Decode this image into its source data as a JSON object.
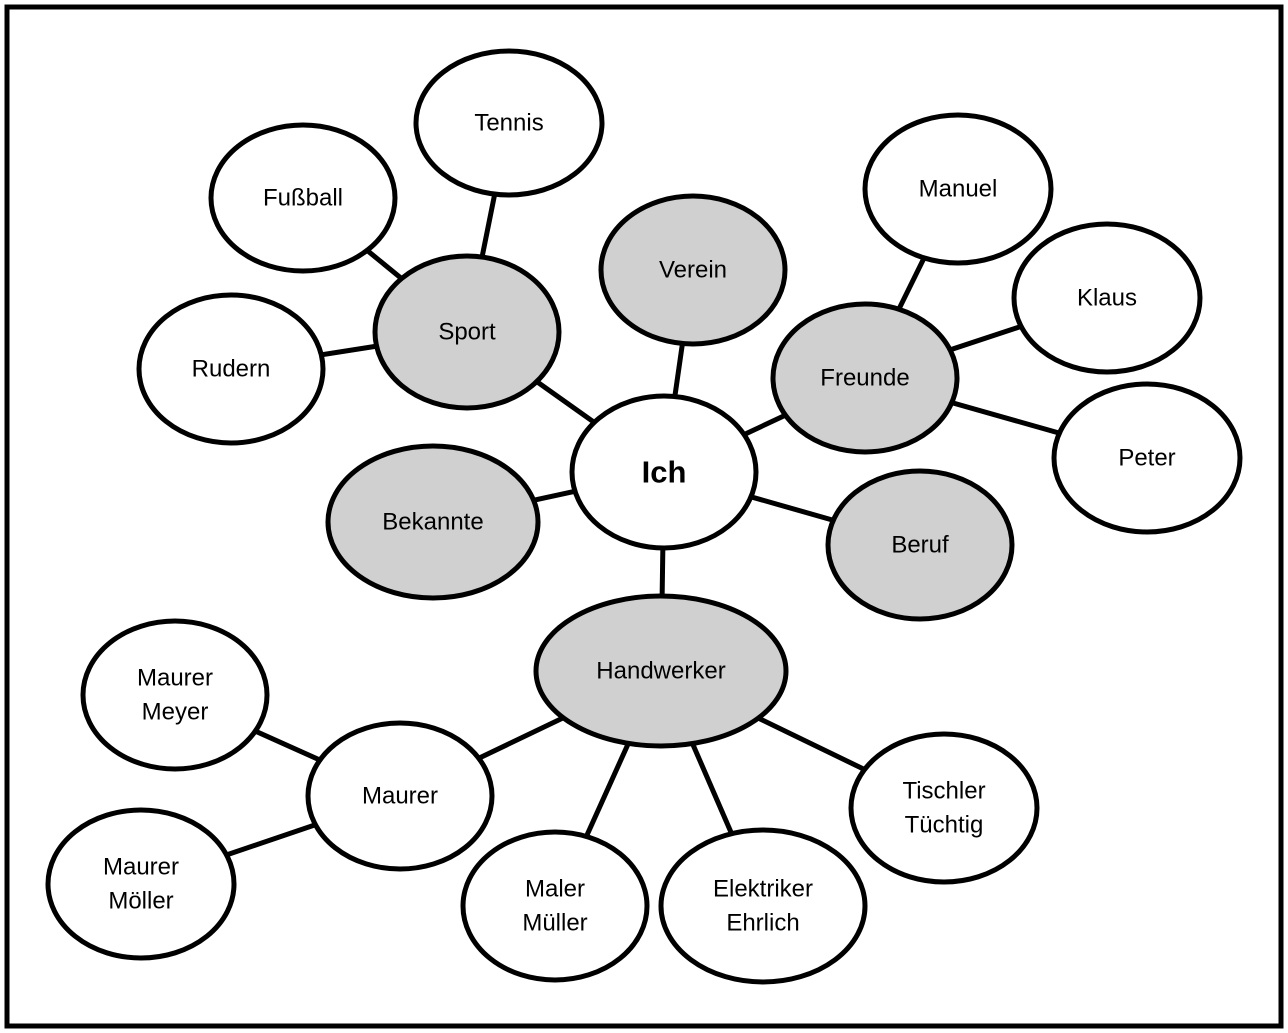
{
  "colors": {
    "stroke": "#000000",
    "filled": "#d0d0d0",
    "plain": "#ffffff"
  },
  "nodes": [
    {
      "id": "ich",
      "lines": [
        "Ich"
      ],
      "filled": false,
      "center": true
    },
    {
      "id": "sport",
      "lines": [
        "Sport"
      ],
      "filled": true
    },
    {
      "id": "verein",
      "lines": [
        "Verein"
      ],
      "filled": true
    },
    {
      "id": "freunde",
      "lines": [
        "Freunde"
      ],
      "filled": true
    },
    {
      "id": "bekannte",
      "lines": [
        "Bekannte"
      ],
      "filled": true
    },
    {
      "id": "beruf",
      "lines": [
        "Beruf"
      ],
      "filled": true
    },
    {
      "id": "handwerker",
      "lines": [
        "Handwerker"
      ],
      "filled": true
    },
    {
      "id": "tennis",
      "lines": [
        "Tennis"
      ],
      "filled": false
    },
    {
      "id": "fussball",
      "lines": [
        "Fußball"
      ],
      "filled": false
    },
    {
      "id": "rudern",
      "lines": [
        "Rudern"
      ],
      "filled": false
    },
    {
      "id": "manuel",
      "lines": [
        "Manuel"
      ],
      "filled": false
    },
    {
      "id": "klaus",
      "lines": [
        "Klaus"
      ],
      "filled": false
    },
    {
      "id": "peter",
      "lines": [
        "Peter"
      ],
      "filled": false
    },
    {
      "id": "maurer",
      "lines": [
        "Maurer"
      ],
      "filled": false
    },
    {
      "id": "maurer-meyer",
      "lines": [
        "Maurer",
        "Meyer"
      ],
      "filled": false
    },
    {
      "id": "maurer-moeller",
      "lines": [
        "Maurer",
        "Möller"
      ],
      "filled": false
    },
    {
      "id": "maler-mueller",
      "lines": [
        "Maler",
        "Müller"
      ],
      "filled": false
    },
    {
      "id": "elektriker-ehrlich",
      "lines": [
        "Elektriker",
        "Ehrlich"
      ],
      "filled": false
    },
    {
      "id": "tischler-tuechtig",
      "lines": [
        "Tischler",
        "Tüchtig"
      ],
      "filled": false
    }
  ],
  "edges": [
    [
      "ich",
      "sport"
    ],
    [
      "ich",
      "verein"
    ],
    [
      "ich",
      "freunde"
    ],
    [
      "ich",
      "bekannte"
    ],
    [
      "ich",
      "beruf"
    ],
    [
      "ich",
      "handwerker"
    ],
    [
      "sport",
      "tennis"
    ],
    [
      "sport",
      "fussball"
    ],
    [
      "sport",
      "rudern"
    ],
    [
      "freunde",
      "manuel"
    ],
    [
      "freunde",
      "klaus"
    ],
    [
      "freunde",
      "peter"
    ],
    [
      "handwerker",
      "maurer"
    ],
    [
      "handwerker",
      "maler-mueller"
    ],
    [
      "handwerker",
      "elektriker-ehrlich"
    ],
    [
      "handwerker",
      "tischler-tuechtig"
    ],
    [
      "maurer",
      "maurer-meyer"
    ],
    [
      "maurer",
      "maurer-moeller"
    ]
  ]
}
